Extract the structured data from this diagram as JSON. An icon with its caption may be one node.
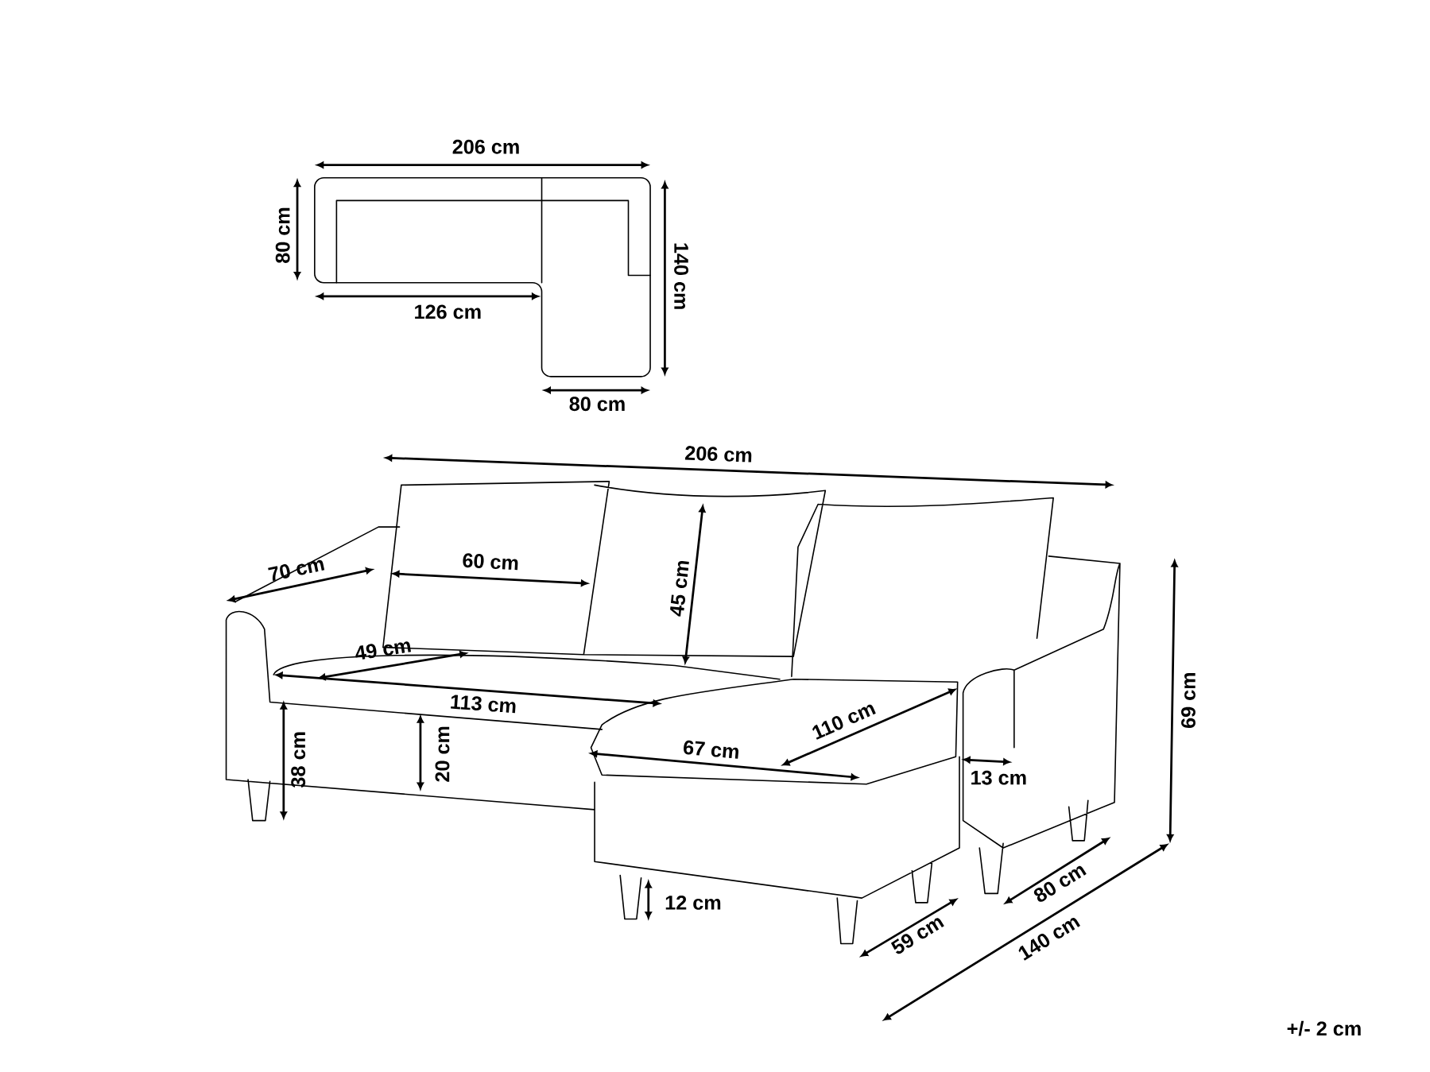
{
  "diagram": {
    "labels": [
      "206 cm",
      "80 cm",
      "140 cm",
      "126 cm",
      "80 cm",
      "206 cm",
      "70 cm",
      "60 cm",
      "45 cm",
      "49 cm",
      "113 cm",
      "110 cm",
      "69 cm",
      "67 cm",
      "38 cm",
      "20 cm",
      "13 cm",
      "12 cm",
      "80 cm",
      "59 cm",
      "140 cm",
      "+/- 2 cm"
    ]
  }
}
